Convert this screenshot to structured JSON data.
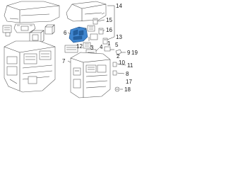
{
  "callouts": {
    "c1": "1",
    "c2": "2",
    "c3": "3",
    "c4": "4",
    "c5": "5",
    "c6": "6",
    "c7": "7",
    "c8": "8",
    "c9": "9",
    "c10": "10",
    "c11": "11",
    "c12": "12",
    "c13": "13",
    "c14": "14",
    "c15": "15",
    "c16": "16",
    "c17": "17",
    "c18": "18",
    "c19": "19"
  },
  "colors": {
    "highlight_part": "#3f86cf",
    "line_art": "#555555"
  }
}
